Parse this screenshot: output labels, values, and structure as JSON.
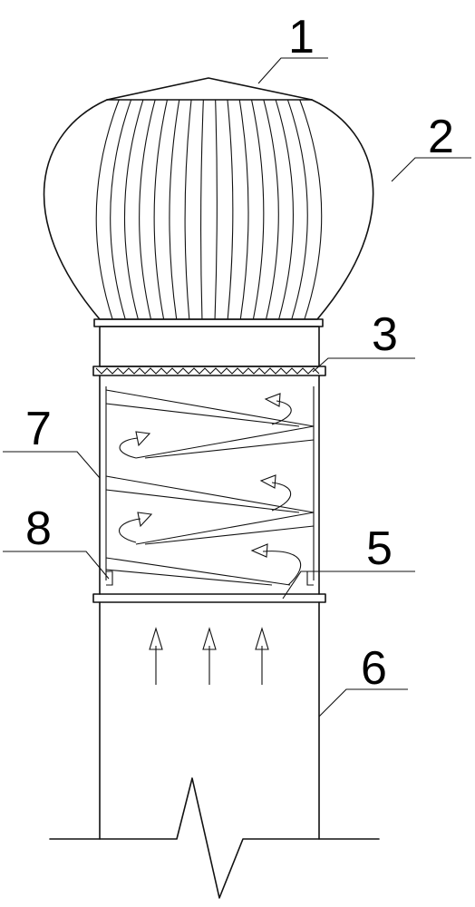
{
  "labels": [
    {
      "id": "1",
      "text": "1"
    },
    {
      "id": "2",
      "text": "2"
    },
    {
      "id": "3",
      "text": "3"
    },
    {
      "id": "5",
      "text": "5"
    },
    {
      "id": "6",
      "text": "6"
    },
    {
      "id": "7",
      "text": "7"
    },
    {
      "id": "8",
      "text": "8"
    }
  ],
  "colors": {
    "ink": "#111111",
    "background": "#ffffff"
  }
}
